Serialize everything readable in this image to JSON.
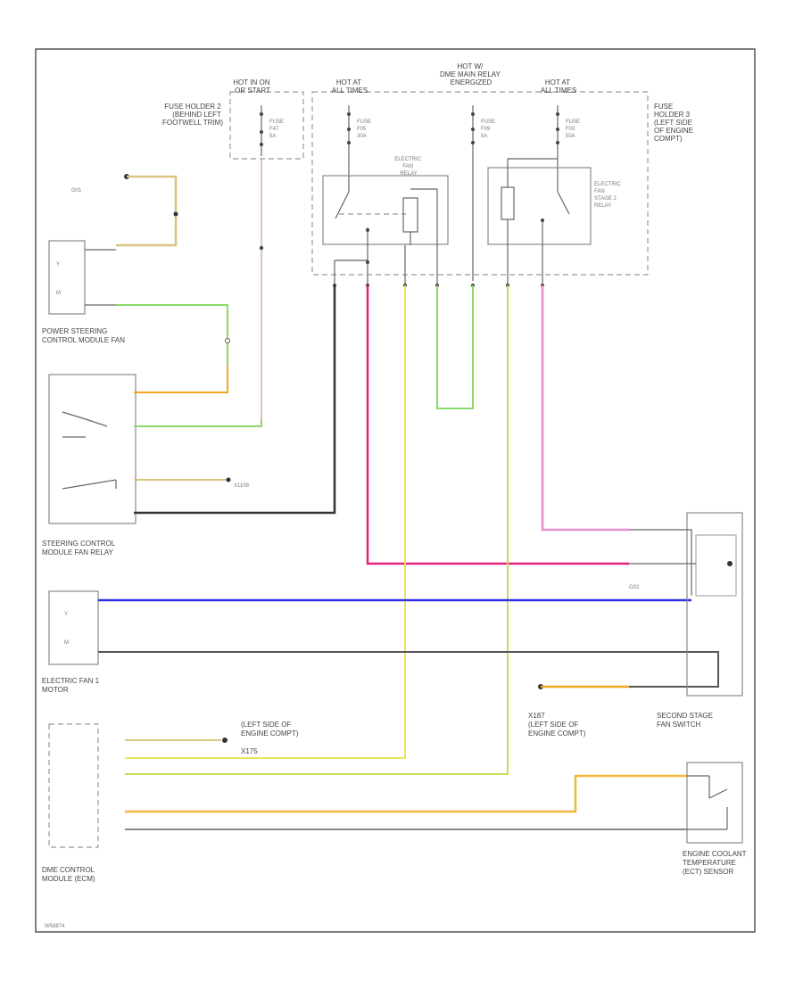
{
  "labels": {
    "hot_run_start": [
      "HOT IN ON",
      "OR START"
    ],
    "fuse_holder_2": [
      "FUSE HOLDER 2",
      "(BEHIND LEFT",
      "FOOTWELL TRIM)"
    ],
    "hot_at_all_times_1": [
      "HOT AT",
      "ALL TIMES"
    ],
    "hot_dme_relay": [
      "HOT W/",
      "DME MAIN RELAY",
      "ENERGIZED"
    ],
    "hot_at_all_times_2": [
      "HOT AT",
      "ALL TIMES"
    ],
    "fuse_holder_3": [
      "FUSE",
      "HOLDER 3",
      "(LEFT SIDE",
      "OF ENGINE",
      "COMPT)"
    ],
    "fuse_f47": [
      "FUSE",
      "F47",
      "5A"
    ],
    "fuse_f05": [
      "FUSE",
      "F05",
      "30A"
    ],
    "fuse_f09": [
      "FUSE",
      "F09",
      "5A"
    ],
    "fuse_f03": [
      "FUSE",
      "F03",
      "50A"
    ],
    "electric_fan_relay": [
      "ELECTRIC",
      "FAN",
      "RELAY"
    ],
    "stage2_relay": [
      "ELECTRIC",
      "FAN",
      "STAGE 2",
      "RELAY"
    ],
    "power_steering_module": [
      "POWER STEERING",
      "CONTROL MODULE FAN"
    ],
    "steering_relay": [
      "STEERING CONTROL",
      "MODULE FAN RELAY"
    ],
    "fan_motor": [
      "ELECTRIC FAN 1",
      "MOTOR"
    ],
    "dme_module": [
      "DME CONTROL",
      "MODULE (ECM)"
    ],
    "second_stage_switch": [
      "SECOND STAGE",
      "FAN SWITCH"
    ],
    "coolant_sensor": [
      "ENGINE COOLANT",
      "TEMPERATURE",
      "(ECT) SENSOR"
    ],
    "ground_x175": [
      "X175",
      "(LEFT SIDE OF",
      "ENGINE COMPT)"
    ],
    "ground_x187": [
      "(LEFT SIDE OF",
      "ENGINE COMPT)",
      "X187"
    ],
    "x1108": [
      "X1108"
    ],
    "g01": [
      "G01"
    ],
    "g02": [
      "G02"
    ],
    "page_code": "W58874"
  },
  "wire_colors": {
    "brown": "#d8c680",
    "orange": "#f5a623",
    "green": "#8bd96b",
    "black": "#333333",
    "pink": "#f2a6d6",
    "magenta": "#e0217e",
    "yellow": "#ede35a",
    "blue": "#2f2fe6",
    "grey": "#555555",
    "gold": "#f3b73e"
  }
}
